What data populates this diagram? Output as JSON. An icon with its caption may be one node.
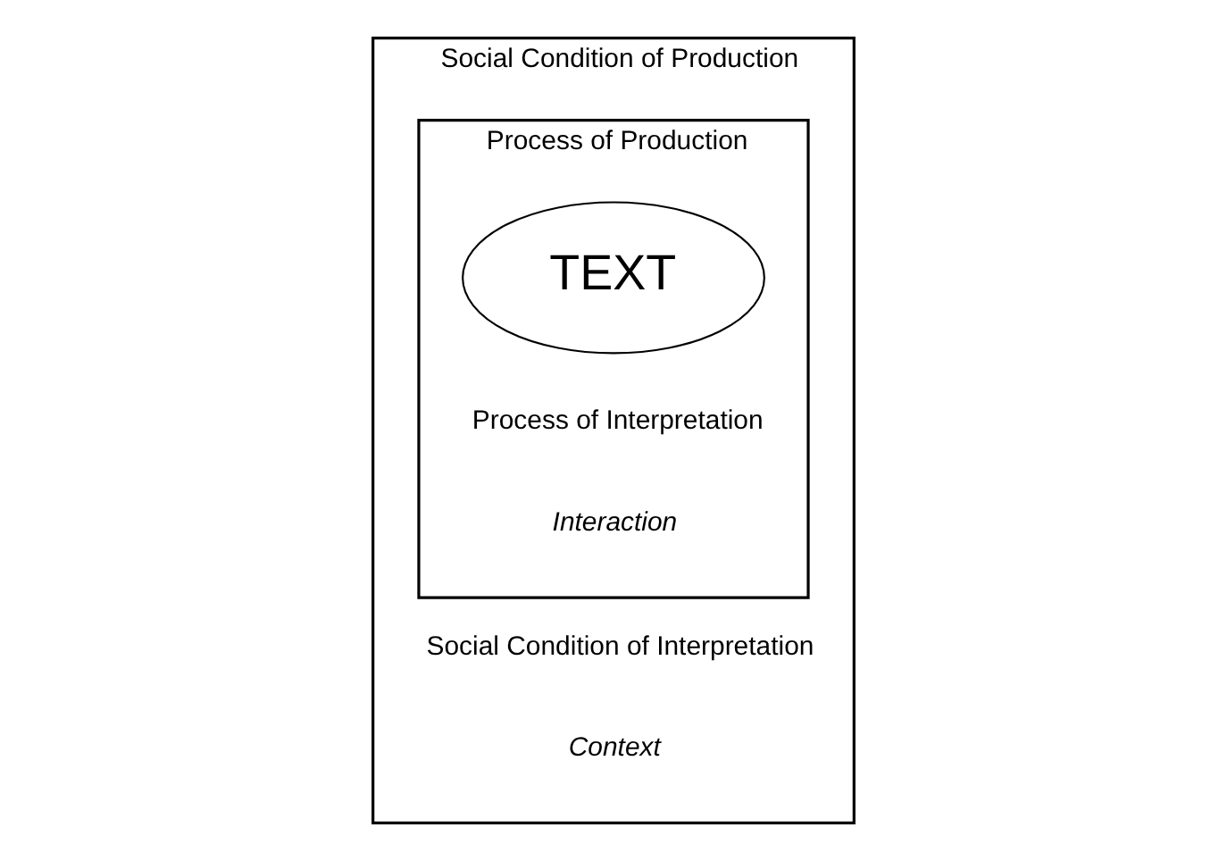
{
  "diagram": {
    "nodes": [
      {
        "text": [
          "Social Condition of Production",
          "Social Condition of Interpretation",
          "Context"
        ]
      },
      {
        "text": [
          "Process of Production",
          "Process of Interpretation",
          "Interaction"
        ],
        "in": 0
      },
      {
        "text": [
          "TEXT"
        ],
        "in": 1
      }
    ],
    "edges": []
  }
}
